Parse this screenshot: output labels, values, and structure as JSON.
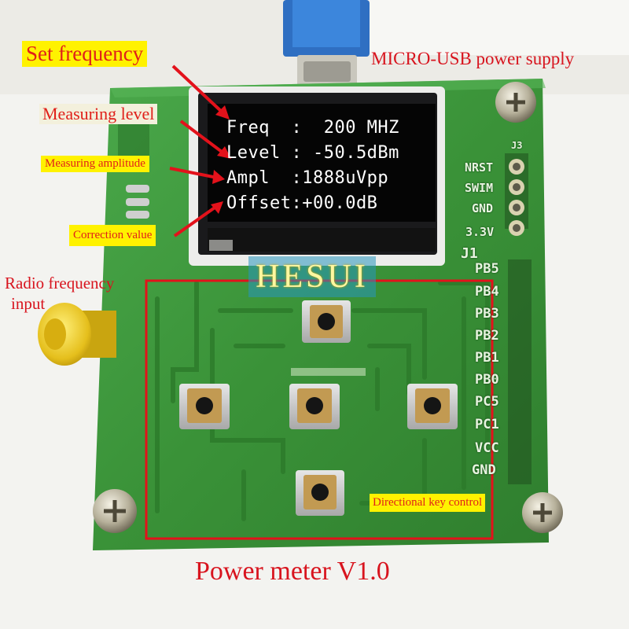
{
  "annotations": {
    "set_frequency": "Set frequency",
    "measuring_level": "Measuring level",
    "measuring_amplitude": "Measuring amplitude",
    "correction_value": "Correction value",
    "usb_power": "MICRO-USB power supply",
    "rf_input_line1": "Radio frequency",
    "rf_input_line2": "input",
    "directional_keys": "Directional key control",
    "title": "Power meter V1.0"
  },
  "oled": {
    "line1": "Freq  :  200 MHZ",
    "line2": "Level : -50.5dBm",
    "line3": "Ampl  :1888uVpp",
    "line4": "Offset:+00.0dB"
  },
  "watermark": "HESUI",
  "pins_top": [
    "NRST",
    "SWIM",
    "GND",
    "3.3V"
  ],
  "header_top_label": "J3",
  "header_j1_label": "J1",
  "pins_j1": [
    "PB5",
    "PB4",
    "PB3",
    "PB2",
    "PB1",
    "PB0",
    "PC5",
    "PC1",
    "VCC",
    "GND"
  ],
  "colors": {
    "pcb": "#3f9a3c",
    "annotation_red": "#e0201a",
    "label_yellow": "#fff200",
    "oled_text": "#ffffff"
  }
}
